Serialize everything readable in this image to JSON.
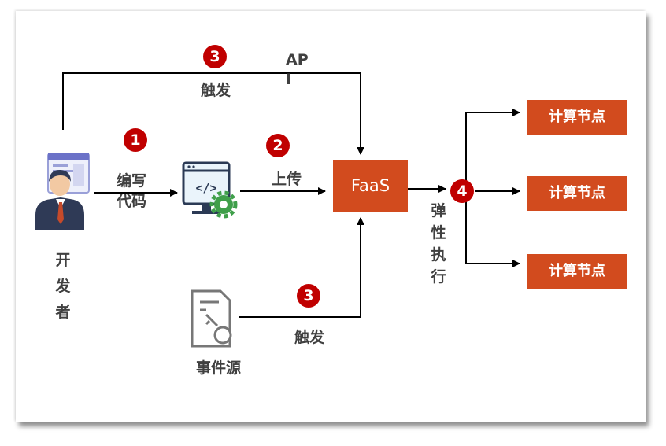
{
  "badges": {
    "api_trigger": "3",
    "write_code": "1",
    "upload": "2",
    "event_trigger": "3",
    "elastic": "4"
  },
  "labels": {
    "api": "API",
    "api_trigger": "触发",
    "write_code": "编写代码",
    "upload": "上传",
    "developer": "开发者",
    "event_source": "事件源",
    "event_trigger": "触发",
    "elastic_exec": "弹性执行"
  },
  "faas": "FaaS",
  "compute_nodes": [
    "计算节点",
    "计算节点",
    "计算节点"
  ],
  "colors": {
    "accent": "#d24b1e",
    "badge": "#c00000",
    "text": "#404040"
  }
}
